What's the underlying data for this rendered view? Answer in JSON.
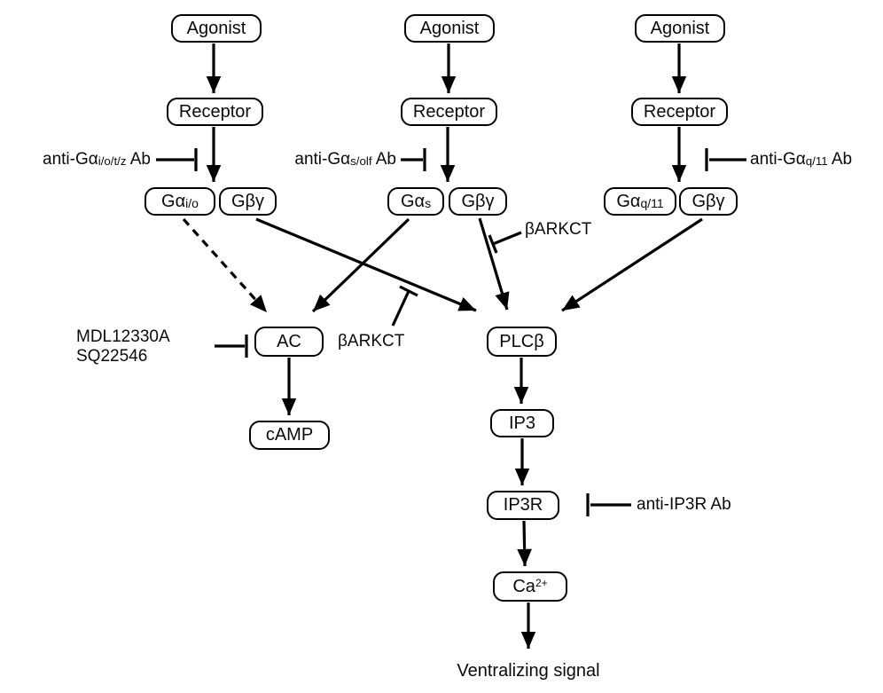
{
  "diagram": {
    "background": "#ffffff",
    "line_color": "#000000"
  },
  "nodes": {
    "agonist_left": "Agonist",
    "agonist_mid": "Agonist",
    "agonist_right": "Agonist",
    "receptor_left": "Receptor",
    "receptor_mid": "Receptor",
    "receptor_right": "Receptor",
    "g_alpha_io": {
      "main": "Gα",
      "sub": "i/o"
    },
    "g_betagamma_left": "Gβγ",
    "g_alpha_s": {
      "main": "Gα",
      "sub": "s"
    },
    "g_betagamma_mid": "Gβγ",
    "g_alpha_q11": {
      "main": "Gα",
      "sub": "q/11"
    },
    "g_betagamma_right": "Gβγ",
    "ac": "AC",
    "camp": "cAMP",
    "plc_beta": "PLCβ",
    "ip3": "IP3",
    "ip3r": "IP3R",
    "ca": {
      "main": "Ca",
      "sup": "2+"
    }
  },
  "inhibitors": {
    "anti_g_io": {
      "prefix": "anti-Gα",
      "sub": "i/o/t/z",
      "suffix": " Ab"
    },
    "anti_g_s": {
      "prefix": "anti-Gα",
      "sub": "s/olf",
      "suffix": " Ab"
    },
    "anti_g_q": {
      "prefix": "anti-Gα",
      "sub": "q/11",
      "suffix": " Ab"
    },
    "barkct_upper": "βARKCT",
    "barkct_lower": "βARKCT",
    "mdl": "MDL12330A",
    "sq": "SQ22546",
    "anti_ip3r": "anti-IP3R Ab"
  },
  "output_label": "Ventralizing signal"
}
